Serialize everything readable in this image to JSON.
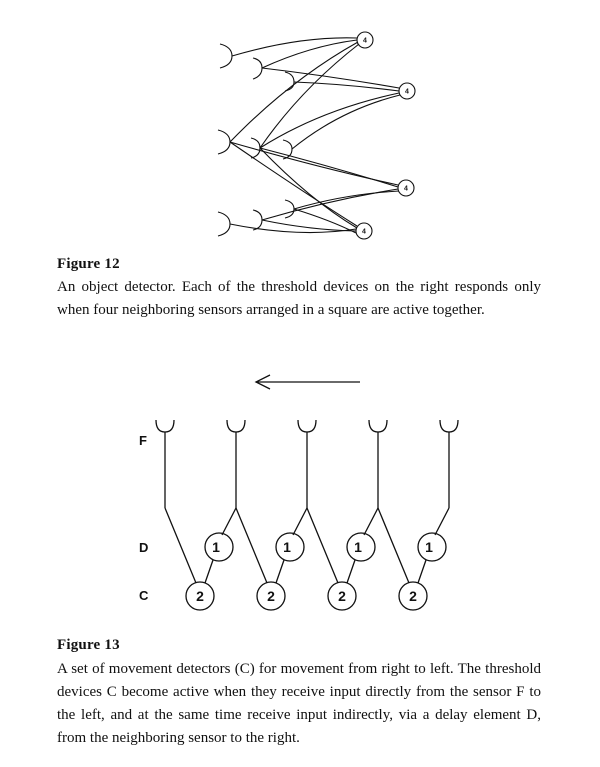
{
  "figure12": {
    "label": "Figure 12",
    "caption": "An object detector. Each of the threshold devices on the right responds only when four neighboring sensors arranged in a square are active together.",
    "device_threshold": "4"
  },
  "figure13": {
    "label": "Figure 13",
    "caption": "A set of movement detectors (C) for movement from right to left. The threshold devices C become active when they receive input directly from the sensor F to the left, and at the same time receive input indirectly, via a delay element D, from the neighboring sensor to the right.",
    "row_F": "F",
    "row_D": "D",
    "row_C": "C",
    "delay_threshold": "1",
    "detector_threshold": "2"
  }
}
